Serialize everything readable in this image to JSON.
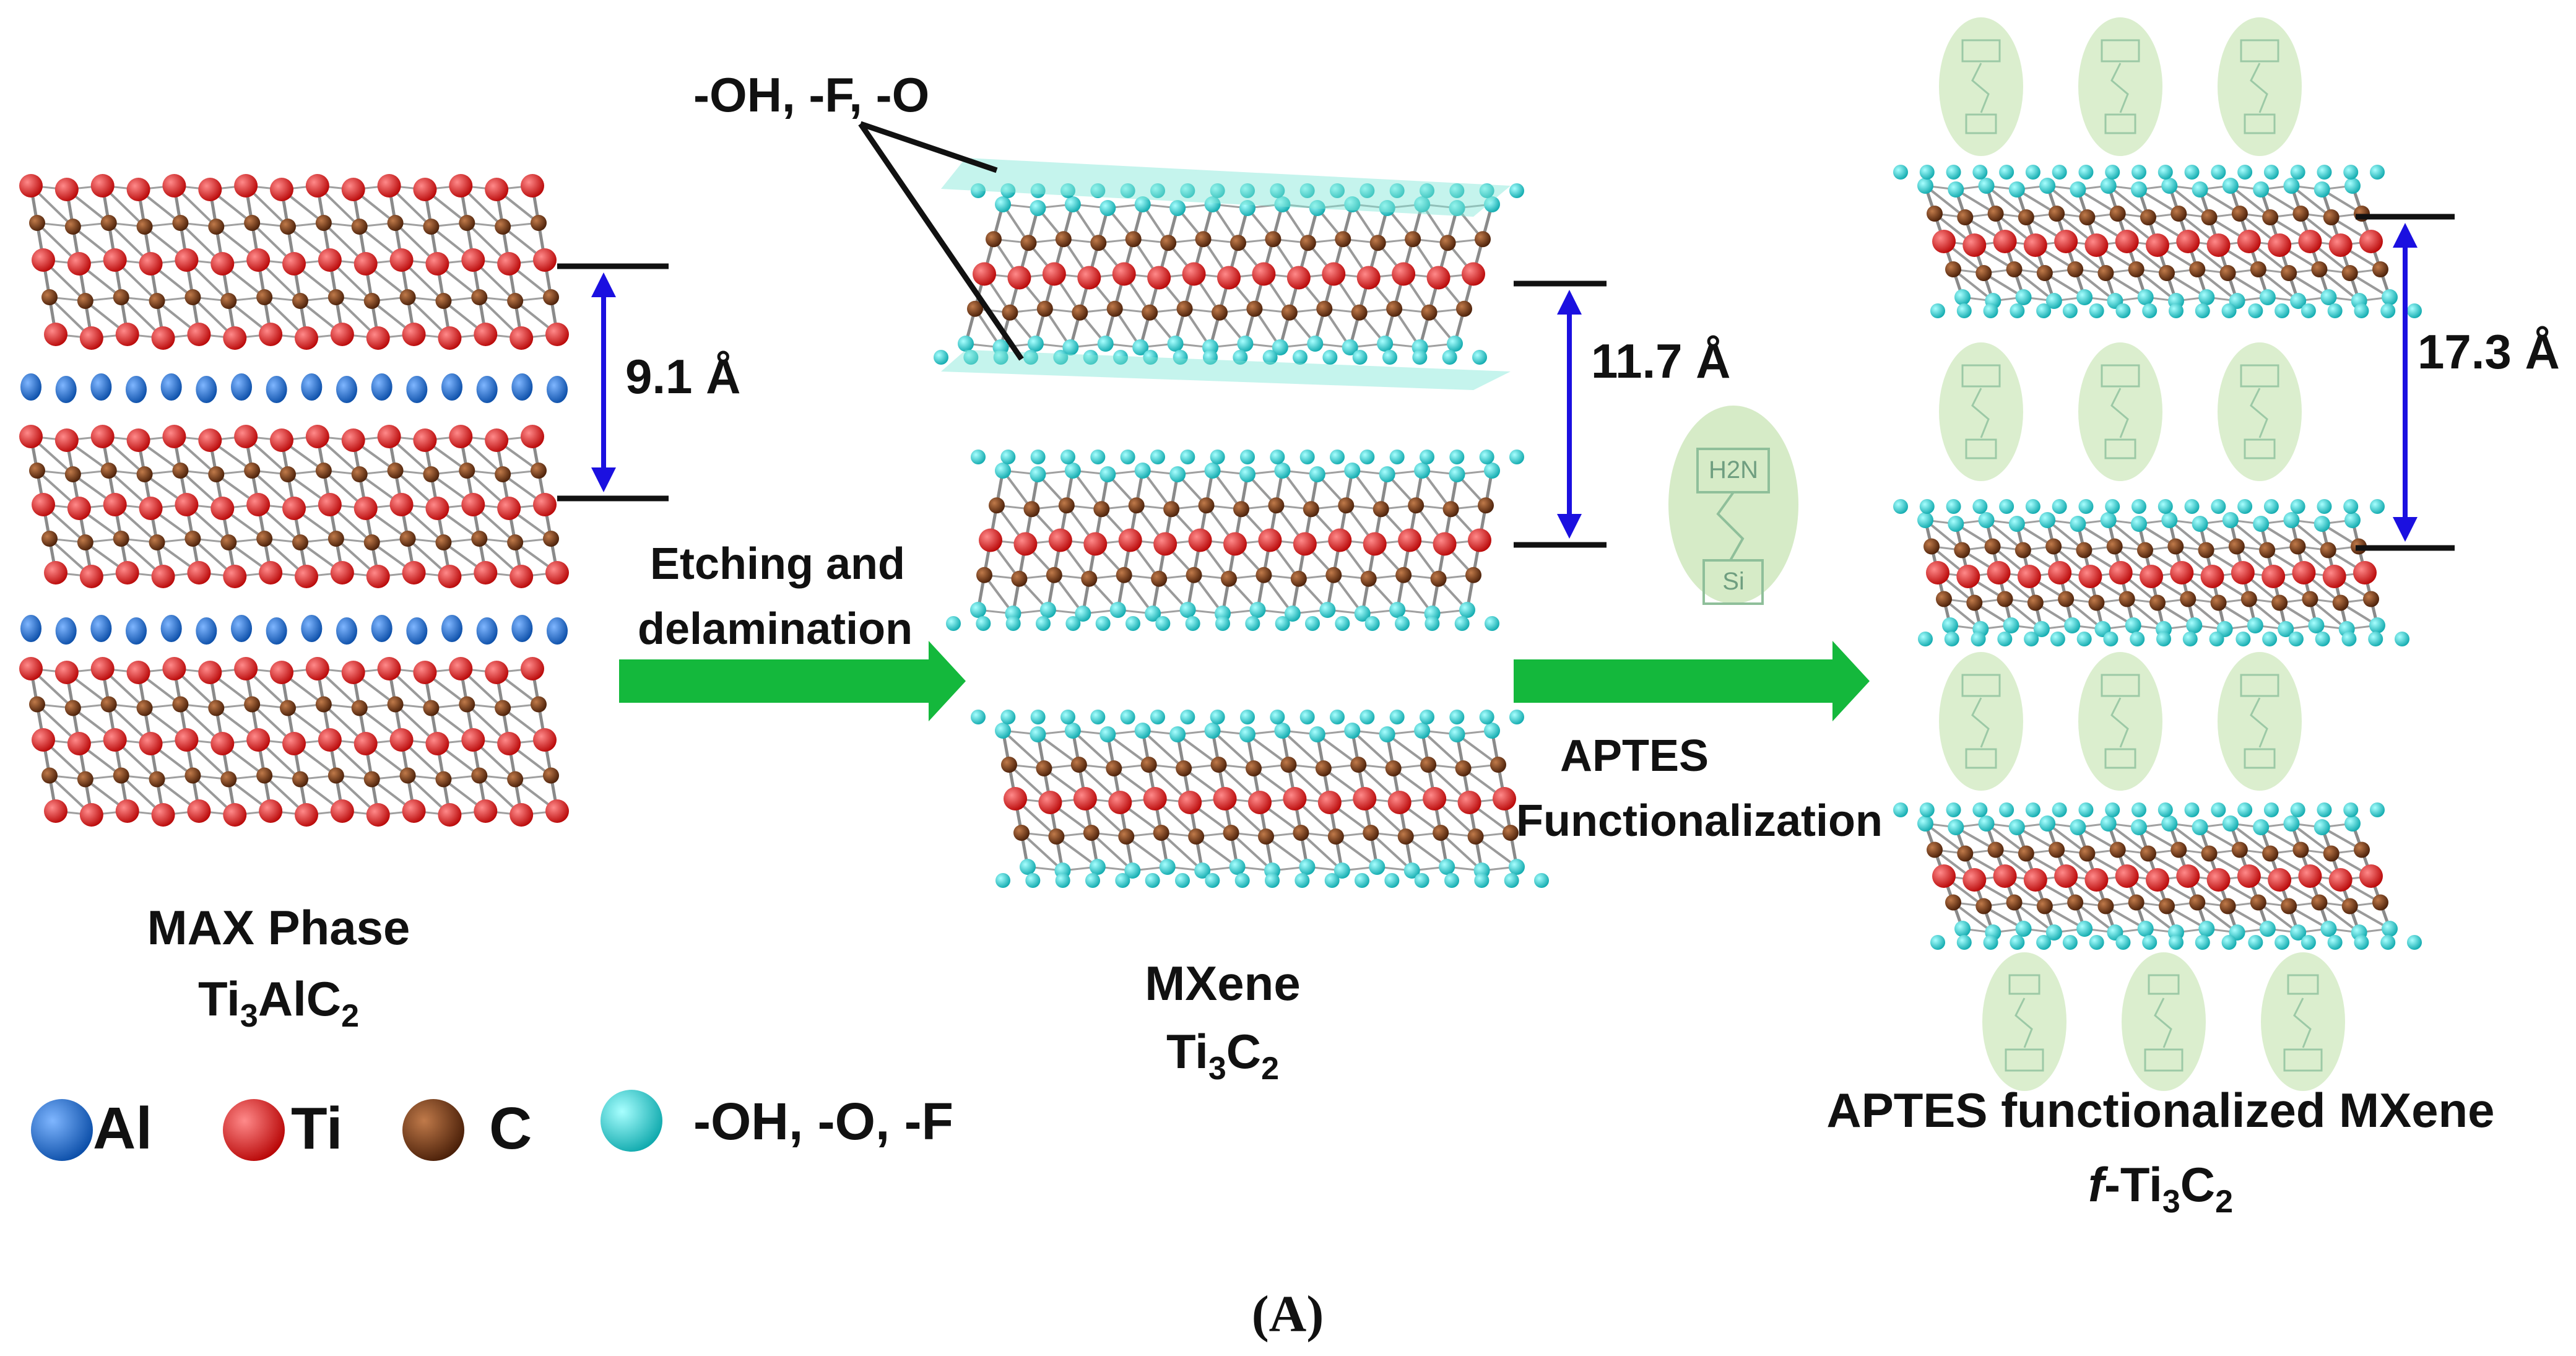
{
  "diagram": {
    "callout_label": "-OH, -F, -O",
    "max_phase": {
      "title": "MAX Phase",
      "formula_parts": [
        "Ti",
        "3",
        "AlC",
        "2"
      ],
      "spacing": "9.1 Å"
    },
    "mxene": {
      "title": "MXene",
      "formula_parts": [
        "Ti",
        "3",
        "C",
        "2"
      ],
      "spacing": "11.7 Å"
    },
    "functionalized": {
      "title": "APTES functionalized MXene",
      "formula_parts": [
        "f",
        "-Ti",
        "3",
        "C",
        "2"
      ],
      "spacing": "17.3 Å"
    },
    "step1": {
      "line1": "Etching and",
      "line2": "delamination"
    },
    "step2": {
      "line1": "APTES",
      "line2": "Functionalization"
    },
    "molecule": {
      "amine": "H2N",
      "silicon": "Si"
    },
    "legend": [
      {
        "label": "Al",
        "color": "#1f6fd1"
      },
      {
        "label": "Ti",
        "color": "#e01818"
      },
      {
        "label": "C",
        "color": "#7a3a16"
      },
      {
        "label": "-OH, -O, -F",
        "color": "#21d3d6"
      }
    ],
    "panel_label": "(A)",
    "colors": {
      "arrow": "#14b83c",
      "spacing_arrow": "#1b10e0",
      "bond": "#8a8a8a",
      "halo": "#cfe8bd"
    }
  }
}
